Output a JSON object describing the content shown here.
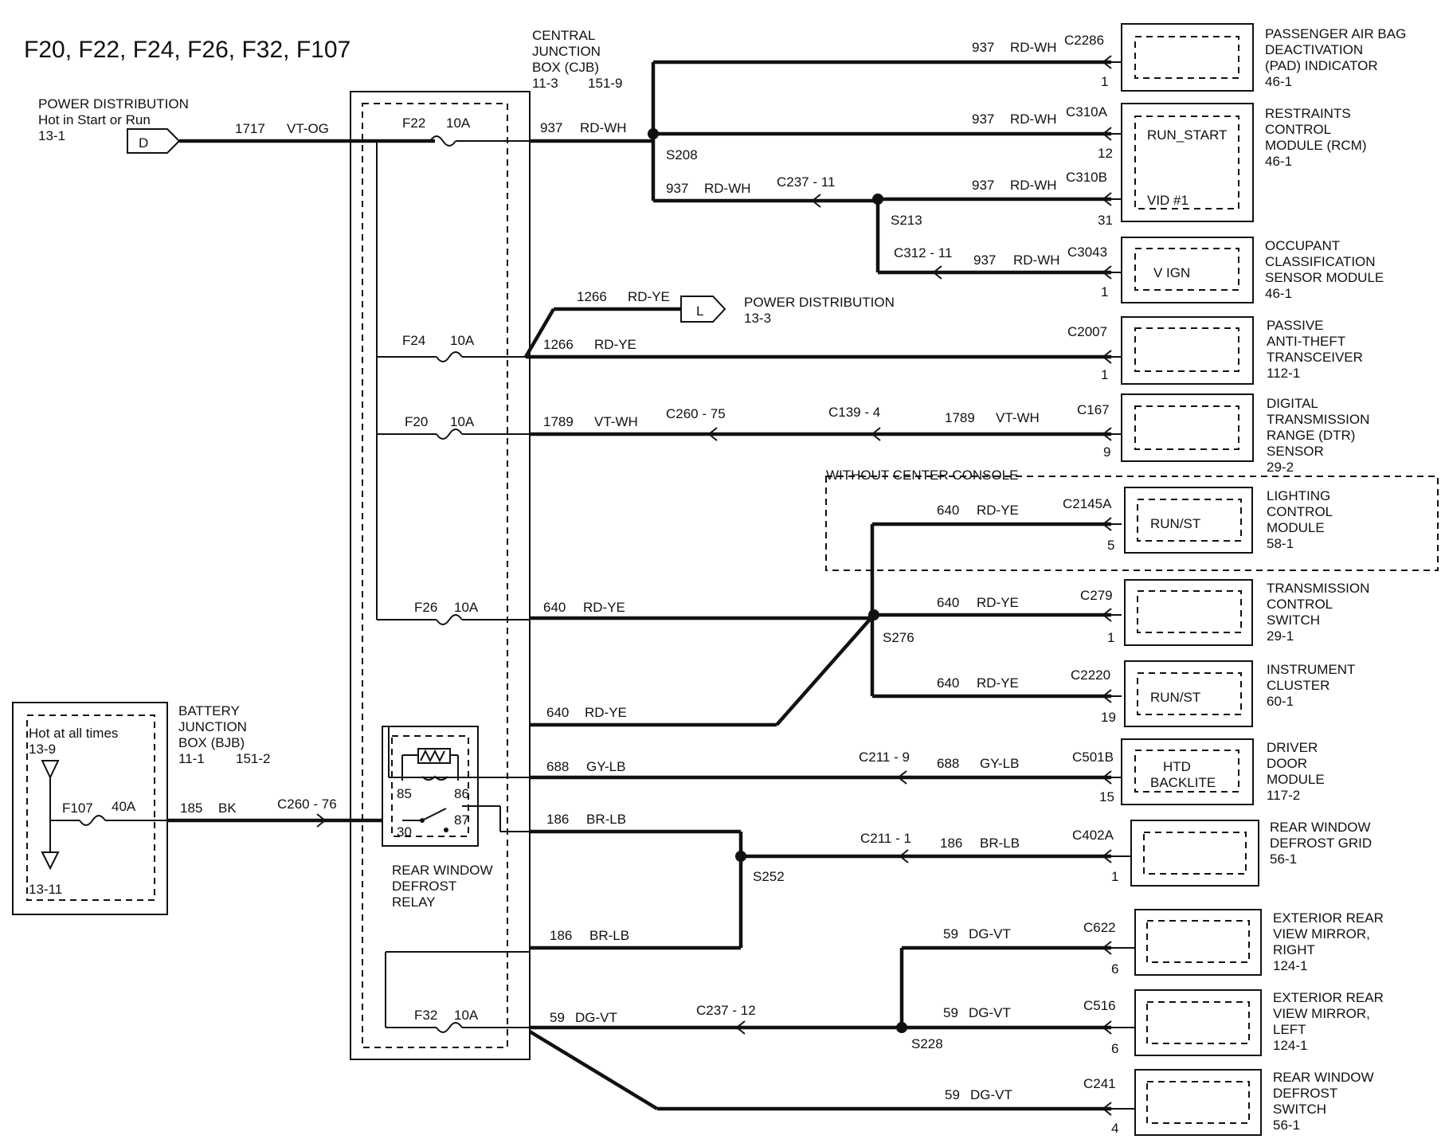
{
  "title": "F20, F22, F24, F26, F32, F107",
  "left": {
    "power_dist_label": "POWER DISTRIBUTION",
    "power_dist_sub": "Hot in Start or Run",
    "power_dist_ref": "13-1",
    "connector_d": "D"
  },
  "cjb": {
    "label1": "CENTRAL",
    "label2": "JUNCTION",
    "label3": "BOX (CJB)",
    "ref1": "11-3",
    "ref2": "151-9"
  },
  "bjb": {
    "hot_label": "Hot at all times",
    "ref_top": "13-9",
    "ref_bottom": "13-11",
    "label1": "BATTERY",
    "label2": "JUNCTION",
    "label3": "BOX (BJB)",
    "ref1": "11-1",
    "ref2": "151-2"
  },
  "fuses": {
    "f22": {
      "name": "F22",
      "rating": "10A"
    },
    "f24": {
      "name": "F24",
      "rating": "10A"
    },
    "f20": {
      "name": "F20",
      "rating": "10A"
    },
    "f26": {
      "name": "F26",
      "rating": "10A"
    },
    "f32": {
      "name": "F32",
      "rating": "10A"
    },
    "f107": {
      "name": "F107",
      "rating": "40A"
    }
  },
  "relay": {
    "pin85": "85",
    "pin86": "86",
    "pin87": "87",
    "pin30": "30",
    "label1": "REAR WINDOW",
    "label2": "DEFROST",
    "label3": "RELAY"
  },
  "pd_l": {
    "letter": "L",
    "label": "POWER DISTRIBUTION",
    "ref": "13-3"
  },
  "zones": {
    "without_center_console": "WITHOUT CENTER CONSOLE"
  },
  "splices": {
    "s208": "S208",
    "s213": "S213",
    "s276": "S276",
    "s252": "S252",
    "s228": "S228"
  },
  "wires": {
    "w1717": {
      "circuit": "1717",
      "color": "VT-OG"
    },
    "w937": {
      "circuit": "937",
      "color": "RD-WH"
    },
    "w937_b": {
      "connector": "C237 - 11"
    },
    "w937_c": {
      "connector": "C312 - 11"
    },
    "w1266": {
      "circuit": "1266",
      "color": "RD-YE"
    },
    "w1789": {
      "circuit": "1789",
      "color": "VT-WH",
      "connector_a": "C260 - 75",
      "connector_b": "C139 - 4"
    },
    "w640": {
      "circuit": "640",
      "color": "RD-YE"
    },
    "w688": {
      "circuit": "688",
      "color": "GY-LB",
      "connector": "C211 - 9"
    },
    "w186": {
      "circuit": "186",
      "color": "BR-LB",
      "connector": "C211 - 1"
    },
    "w185": {
      "circuit": "185",
      "color": "BK",
      "connector": "C260 - 76"
    },
    "w59": {
      "circuit": "59",
      "color": "DG-VT",
      "connector": "C237 - 12"
    }
  },
  "devices": {
    "pad": {
      "connector": "C2286",
      "pin": "1",
      "name1": "PASSENGER AIR BAG",
      "name2": "DEACTIVATION",
      "name3": "(PAD) INDICATOR",
      "ref": "46-1"
    },
    "rcm": {
      "connector_a": "C310A",
      "pin_a": "12",
      "pin_a_name": "RUN_START",
      "connector_b": "C310B",
      "pin_b": "31",
      "pin_b_name": "VID #1",
      "name1": "RESTRAINTS",
      "name2": "CONTROL",
      "name3": "MODULE (RCM)",
      "ref": "46-1"
    },
    "ocs": {
      "connector": "C3043",
      "pin": "1",
      "pin_name": "V IGN",
      "name1": "OCCUPANT",
      "name2": "CLASSIFICATION",
      "name3": "SENSOR MODULE",
      "ref": "46-1"
    },
    "pats": {
      "connector": "C2007",
      "pin": "1",
      "name1": "PASSIVE",
      "name2": "ANTI-THEFT",
      "name3": "TRANSCEIVER",
      "ref": "112-1"
    },
    "dtr": {
      "connector": "C167",
      "pin": "9",
      "name1": "DIGITAL",
      "name2": "TRANSMISSION",
      "name3": "RANGE (DTR)",
      "name4": "SENSOR",
      "ref": "29-2"
    },
    "lcm": {
      "connector": "C2145A",
      "pin": "5",
      "pin_name": "RUN/ST",
      "name1": "LIGHTING",
      "name2": "CONTROL",
      "name3": "MODULE",
      "ref": "58-1"
    },
    "tcs": {
      "connector": "C279",
      "pin": "1",
      "name1": "TRANSMISSION",
      "name2": "CONTROL",
      "name3": "SWITCH",
      "ref": "29-1"
    },
    "ic": {
      "connector": "C2220",
      "pin": "19",
      "pin_name": "RUN/ST",
      "name1": "INSTRUMENT",
      "name2": "CLUSTER",
      "ref": "60-1"
    },
    "ddm": {
      "connector": "C501B",
      "pin": "15",
      "pin_name_1": "HTD",
      "pin_name_2": "BACKLITE",
      "name1": "DRIVER",
      "name2": "DOOR",
      "name3": "MODULE",
      "ref": "117-2"
    },
    "rwdg": {
      "connector": "C402A",
      "pin": "1",
      "name1": "REAR WINDOW",
      "name2": "DEFROST GRID",
      "ref": "56-1"
    },
    "mirror_r": {
      "connector": "C622",
      "pin": "6",
      "name1": "EXTERIOR REAR",
      "name2": "VIEW MIRROR,",
      "name3": "RIGHT",
      "ref": "124-1"
    },
    "mirror_l": {
      "connector": "C516",
      "pin": "6",
      "name1": "EXTERIOR REAR",
      "name2": "VIEW MIRROR,",
      "name3": "LEFT",
      "ref": "124-1"
    },
    "rwds": {
      "connector": "C241",
      "pin": "4",
      "name1": "REAR WINDOW",
      "name2": "DEFROST",
      "name3": "SWITCH",
      "ref": "56-1"
    }
  }
}
